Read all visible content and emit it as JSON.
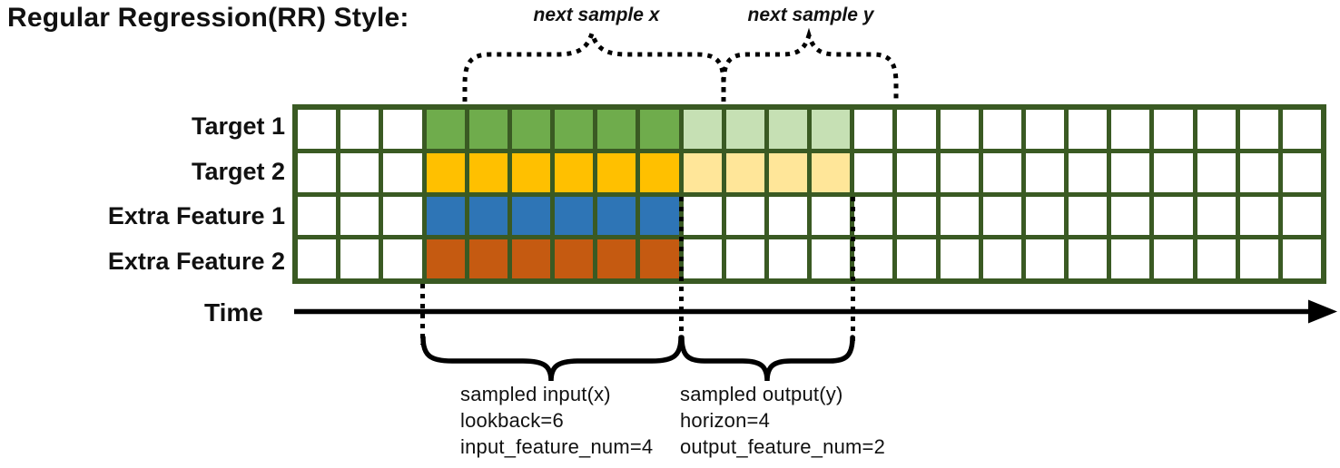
{
  "title": "Regular Regression(RR) Style:",
  "colors": {
    "white": "#ffffff",
    "green": "#6FAC4C",
    "light_green": "#C6E0B4",
    "gold": "#FFC000",
    "light_gold": "#FFE699",
    "blue": "#2E75B6",
    "orange": "#C55A11",
    "grid_line": "#3A5A23",
    "ink": "#000000"
  },
  "top_braces": [
    {
      "label": "next sample x"
    },
    {
      "label": "next sample y"
    }
  ],
  "rows": [
    {
      "label": "Target 1",
      "input_color": "green",
      "output_color": "light_green"
    },
    {
      "label": "Target 2",
      "input_color": "gold",
      "output_color": "light_gold"
    },
    {
      "label": "Extra Feature 1",
      "input_color": "blue",
      "output_color": null
    },
    {
      "label": "Extra Feature 2",
      "input_color": "orange",
      "output_color": null
    }
  ],
  "grid": {
    "total_columns": 24,
    "lead_blank_columns": 3,
    "input_columns": 6,
    "output_columns": 4
  },
  "time_axis": {
    "label": "Time"
  },
  "annotations": {
    "input": {
      "lines": [
        "sampled input(x)",
        "lookback=6",
        "input_feature_num=4"
      ]
    },
    "output": {
      "lines": [
        "sampled output(y)",
        "horizon=4",
        "output_feature_num=2"
      ]
    }
  }
}
